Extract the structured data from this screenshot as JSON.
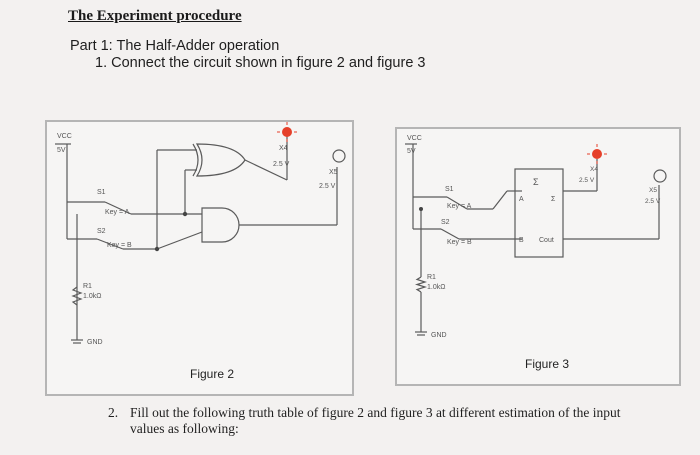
{
  "heading": "The Experiment procedure",
  "part_title": "Part 1: The Half-Adder operation",
  "step1": "1.  Connect the circuit shown in figure 2 and figure 3",
  "figure2": {
    "caption": "Figure 2",
    "vcc_label": "VCC",
    "vcc_value": "5V",
    "s1_label": "S1",
    "key_a_label": "Key = A",
    "s2_label": "S2",
    "key_b_label": "Key = B",
    "r1_label": "R1",
    "r1_value": "1.0kΩ",
    "gnd_label": "GND",
    "x4_label": "X4",
    "x4_value": "2.5 V",
    "x5_label": "X5",
    "x5_value": "2.5 V"
  },
  "figure3": {
    "caption": "Figure 3",
    "vcc_label": "VCC",
    "vcc_value": "5V",
    "s1_label": "S1",
    "key_a_label": "Key = A",
    "s2_label": "S2",
    "key_b_label": "Key = B",
    "r1_label": "R1",
    "r1_value": "1.0kΩ",
    "gnd_label": "GND",
    "chip_sigma_top": "Σ",
    "chip_a": "A",
    "chip_sigma": "Σ",
    "chip_b": "B",
    "chip_cout": "Cout",
    "x4_label": "X4",
    "x4_value": "2.5 V",
    "x5_label": "X5",
    "x5_value": "2.5 V"
  },
  "step2": {
    "number": "2.",
    "line1": "Fill out the following truth table of figure 2 and figure 3 at different estimation of the input",
    "line2": "values as following:"
  },
  "colors": {
    "probe_on": "#e5402a",
    "wire": "#5a5a5a"
  }
}
